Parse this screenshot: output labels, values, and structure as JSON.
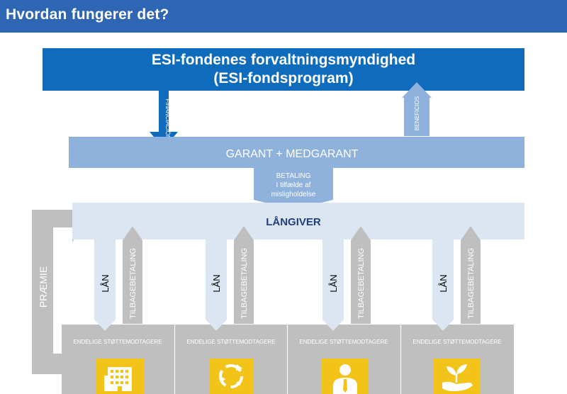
{
  "header": {
    "title": "Hvordan fungerer det?"
  },
  "authority": {
    "line1": "ESI-fondenes forvaltningsmyndighed",
    "line2": "(ESI-fondsprogram)"
  },
  "arrows": {
    "financing": "FINANCIACIÓN",
    "benefits": "BENEFICIOS",
    "payment": [
      "BETALING",
      "I tilfælde af",
      "misligholdelse"
    ],
    "premium": "PRÆMIE",
    "loan": "LÅN",
    "repayment": "TILBAGEBETALING"
  },
  "guarantor": {
    "label": "GARANT + MEDGARANT"
  },
  "lender": {
    "label": "LÅNGIVER"
  },
  "recipients": {
    "label": "ENDELIGE STØTTEMODTAGERE",
    "icons": [
      "building-icon",
      "recycle-icon",
      "person-icon",
      "plant-hand-icon"
    ]
  },
  "colors": {
    "header": "#2f66b3",
    "authority": "#0f6cbd",
    "guarantor": "#8fb2dc",
    "lender": "#dce5f2",
    "gray": "#bfbfbf",
    "icon_yellow": "#f2c318",
    "lender_text": "#1f3f7a"
  }
}
